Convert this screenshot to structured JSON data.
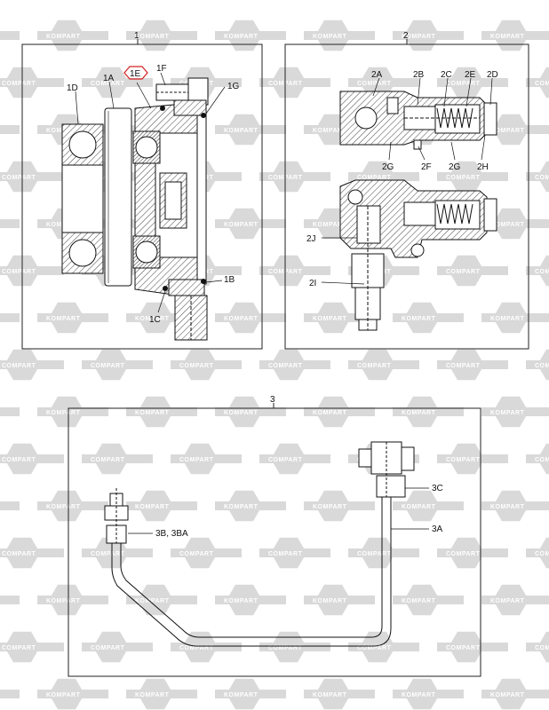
{
  "watermark": {
    "words": [
      "KOMPART",
      "COMPART"
    ],
    "color": "#d9d9d9"
  },
  "panels": {
    "panel1": {
      "number": "1",
      "labels": {
        "1A": "1A",
        "1B": "1B",
        "1C": "1C",
        "1D": "1D",
        "1E": "1E",
        "1F": "1F",
        "1G": "1G"
      },
      "highlight": {
        "label": "1E",
        "color": "#d62020"
      }
    },
    "panel2": {
      "number": "2",
      "labels": {
        "2A": "2A",
        "2B": "2B",
        "2C": "2C",
        "2D": "2D",
        "2E": "2E",
        "2F": "2F",
        "2G_left": "2G",
        "2G_right": "2G",
        "2H": "2H",
        "2I": "2I",
        "2J": "2J"
      }
    },
    "panel3": {
      "number": "3",
      "labels": {
        "3A": "3A",
        "3B": "3B, 3BA",
        "3C": "3C"
      }
    }
  },
  "hatch_color": "#555555",
  "line_color": "#111111"
}
